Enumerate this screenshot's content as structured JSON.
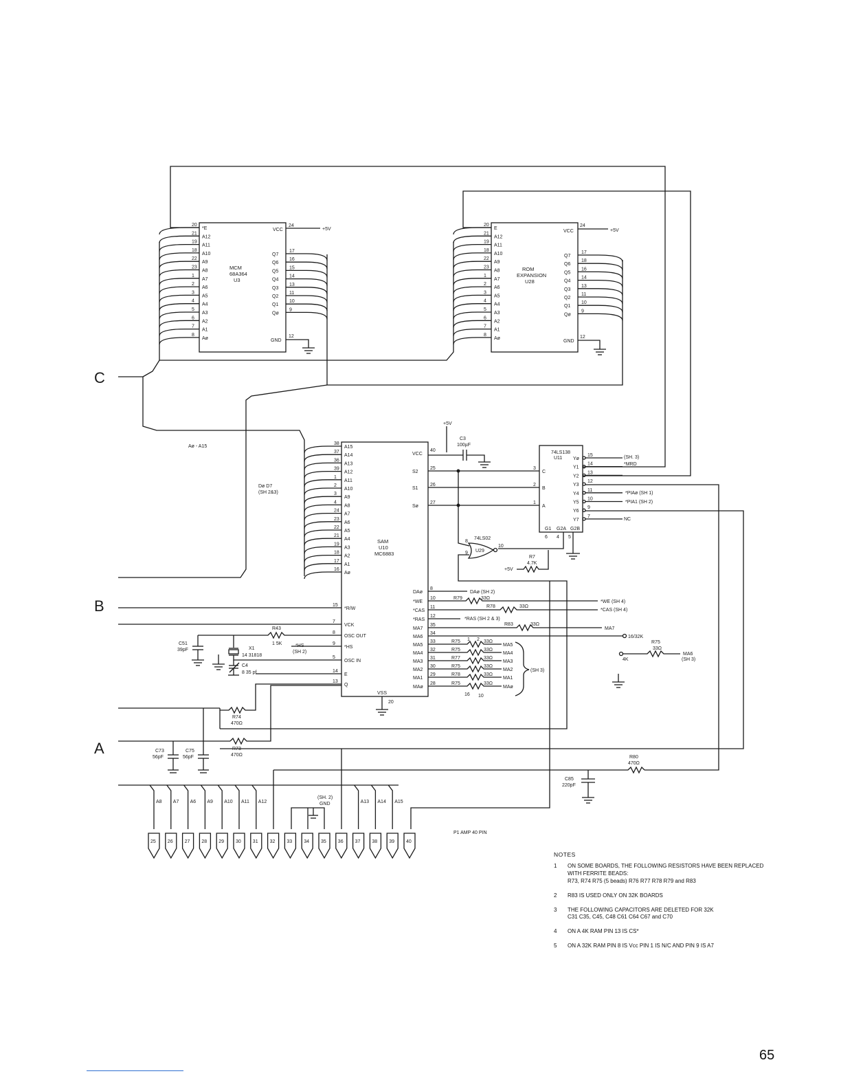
{
  "page_number": "65",
  "connectors": {
    "c": "C",
    "b": "B",
    "a": "A"
  },
  "u3": {
    "name": "MCM",
    "part": "68A364",
    "ref": "U3",
    "left_pins": [
      [
        "20",
        "*E"
      ],
      [
        "21",
        "A12"
      ],
      [
        "19",
        "A11"
      ],
      [
        "18",
        "A10"
      ],
      [
        "22",
        "A9"
      ],
      [
        "23",
        "A8"
      ],
      [
        "1",
        "A7"
      ],
      [
        "2",
        "A6"
      ],
      [
        "3",
        "A5"
      ],
      [
        "4",
        "A4"
      ],
      [
        "5",
        "A3"
      ],
      [
        "6",
        "A2"
      ],
      [
        "7",
        "A1"
      ],
      [
        "8",
        "Aø"
      ]
    ],
    "vcc": "VCC",
    "vcc_pin": "24",
    "plus5": "+5V",
    "right_pins": [
      [
        "17",
        "Q7"
      ],
      [
        "16",
        "Q6"
      ],
      [
        "15",
        "Q5"
      ],
      [
        "14",
        "Q4"
      ],
      [
        "13",
        "Q3"
      ],
      [
        "11",
        "Q2"
      ],
      [
        "10",
        "Q1"
      ],
      [
        "9",
        "Qø"
      ]
    ],
    "gnd": "GND",
    "gnd_pin": "12"
  },
  "u28": {
    "name": "ROM",
    "part": "EXPANSION",
    "ref": "U28",
    "left_pins": [
      [
        "20",
        "E"
      ],
      [
        "21",
        "A12"
      ],
      [
        "19",
        "A11"
      ],
      [
        "18",
        "A10"
      ],
      [
        "22",
        "A9"
      ],
      [
        "23",
        "A8"
      ],
      [
        "1",
        "A7"
      ],
      [
        "2",
        "A6"
      ],
      [
        "3",
        "A5"
      ],
      [
        "4",
        "A4"
      ],
      [
        "5",
        "A3"
      ],
      [
        "6",
        "A2"
      ],
      [
        "7",
        "A1"
      ],
      [
        "8",
        "Aø"
      ]
    ],
    "vcc": "VCC",
    "vcc_pin": "24",
    "plus5": "+5V",
    "right_pins": [
      [
        "17",
        "Q7"
      ],
      [
        "18",
        "Q6"
      ],
      [
        "16",
        "Q5"
      ],
      [
        "14",
        "Q4"
      ],
      [
        "13",
        "Q3"
      ],
      [
        "11",
        "Q2"
      ],
      [
        "10",
        "Q1"
      ],
      [
        "9",
        "Qø"
      ]
    ],
    "gnd": "GND",
    "gnd_pin": "12"
  },
  "u10": {
    "name": "SAM",
    "ref": "U10",
    "part": "MC6883",
    "left_pins": [
      [
        "38",
        "A15"
      ],
      [
        "37",
        "A14"
      ],
      [
        "36",
        "A13"
      ],
      [
        "39",
        "A12"
      ],
      [
        "1",
        "A11"
      ],
      [
        "2",
        "A10"
      ],
      [
        "3",
        "A9"
      ],
      [
        "4",
        "A8"
      ],
      [
        "24",
        "A7"
      ],
      [
        "23",
        "A6"
      ],
      [
        "22",
        "A5"
      ],
      [
        "21",
        "A4"
      ],
      [
        "19",
        "A3"
      ],
      [
        "18",
        "A2"
      ],
      [
        "17",
        "A1"
      ],
      [
        "16",
        "Aø"
      ]
    ],
    "left_lower": [
      [
        "15",
        "*R/W"
      ],
      [
        "7",
        "VCK"
      ],
      [
        "8",
        "OSC OUT"
      ],
      [
        "9",
        "*HS"
      ],
      [
        "5",
        "OSC IN"
      ],
      [
        "14",
        "E"
      ],
      [
        "13",
        "Q"
      ]
    ],
    "right_top": [
      [
        "40",
        "VCC"
      ],
      [
        "25",
        "S2"
      ],
      [
        "26",
        "S1"
      ],
      [
        "27",
        "Sø"
      ]
    ],
    "right_pins": [
      [
        "8",
        "DAø"
      ],
      [
        "10",
        "*WE"
      ],
      [
        "11",
        "*CAS"
      ],
      [
        "12",
        "*RAS"
      ],
      [
        "35",
        "MA7"
      ],
      [
        "34",
        "MA6"
      ],
      [
        "33",
        "MA5"
      ],
      [
        "32",
        "MA4"
      ],
      [
        "31",
        "MA3"
      ],
      [
        "30",
        "MA2"
      ],
      [
        "29",
        "MA1"
      ],
      [
        "28",
        "MAø"
      ]
    ],
    "vss": "VSS",
    "vss_pin": "20"
  },
  "u11": {
    "part": "74LS138",
    "ref": "U11",
    "inputs": [
      [
        "3",
        "C"
      ],
      [
        "2",
        "B"
      ],
      [
        "1",
        "A"
      ]
    ],
    "outputs": [
      [
        "15",
        "Yø"
      ],
      [
        "14",
        "Y1"
      ],
      [
        "13",
        "Y2"
      ],
      [
        "12",
        "Y3"
      ],
      [
        "11",
        "Y4"
      ],
      [
        "10",
        "Y5"
      ],
      [
        "9",
        "Y6"
      ],
      [
        "7",
        "Y7"
      ]
    ],
    "enables": [
      "G1",
      "G2A",
      "G2B"
    ],
    "enable_pins": [
      "6",
      "4",
      "5"
    ]
  },
  "u29": {
    "part": "74LS02",
    "ref": "U29",
    "pins": [
      "8",
      "9",
      "10"
    ]
  },
  "labels": {
    "plus5_c3": "+5V",
    "c3": "C3",
    "c3_val": "100µF",
    "sh3": "(SH. 3)",
    "mrd": "*MRD",
    "pia0": "*PIAø  (SH  1)",
    "pia1": "*PIA1  (SH  2)",
    "nc": "NC",
    "r7": "R7",
    "r7_val": "4.7K",
    "plus5_r7": "+5V",
    "da0_sh2": "DAø  (SH  2)",
    "r79": "R79",
    "r79_val": "33Ω",
    "r78": "R78",
    "r78_val": "33Ω",
    "we_sh4": "*WE  (SH  4)",
    "cas_sh4": "*CAS  (SH  4)",
    "ras_sh": "*RAS (SH  2 & 3)",
    "r83": "R83",
    "r83_val": "33Ω",
    "ma7": "MA7",
    "k16_32": "16/32K",
    "r75b": "R75",
    "r75b_val": "33Ω",
    "ma6": "MA6",
    "ma6_sh3": "(SH  3)",
    "k4": "4K",
    "a0a15": "Aø - A15",
    "d0d7": "Dø  D7",
    "d0d7_sh": "(SH  2&3)",
    "r43": "R43",
    "r43_val": "1 5K",
    "hs": "*HS",
    "hs_sh2": "(SH  2)",
    "c51": "C51",
    "c51_val": "39pF",
    "x1": "X1",
    "x1_val": "14 31818",
    "c4": "C4",
    "c4_val": "8 35  pf",
    "r74": "R74",
    "r74_val": "470Ω",
    "r73": "R73",
    "r73_val": "470Ω",
    "c73": "C73",
    "c73_val": "56pF",
    "c75": "C75",
    "c75_val": "56pF",
    "r80": "R80",
    "r80_val": "470Ω",
    "c85": "C85",
    "c85_val": "220pF",
    "p1": "P1   AMP   40   PIN",
    "sh2_gnd": "(SH. 2)",
    "gnd": "GND",
    "sh3_brace": "(SH  3)",
    "res_pin1": "1",
    "res_pin2": "2",
    "res_pin16": "16",
    "res_pin10": "10",
    "ma_res": [
      [
        "R75",
        "33Ω",
        "MA5"
      ],
      [
        "R75",
        "33Ω",
        "MA4"
      ],
      [
        "R77",
        "33Ω",
        "MA3"
      ],
      [
        "R75",
        "33Ω",
        "MA2"
      ],
      [
        "R78",
        "33Ω",
        "MA1"
      ],
      [
        "R75",
        "33Ω",
        "MAø"
      ]
    ]
  },
  "edge": {
    "labels": [
      "A8",
      "A7",
      "A6",
      "A9",
      "A10",
      "A11",
      "A12",
      "A13",
      "A14",
      "A15"
    ],
    "pins": [
      "25",
      "26",
      "27",
      "28",
      "29",
      "30",
      "31",
      "32",
      "33",
      "34",
      "35",
      "36",
      "37",
      "38",
      "39",
      "40"
    ]
  },
  "notes": {
    "heading": "NOTES",
    "items": [
      {
        "n": "1",
        "t": "ON SOME BOARDS, THE FOLLOWING RESISTORS HAVE BEEN REPLACED\nWITH FERRITE BEADS:\n      R73, R74  R75 (5 beads)  R76  R77  R78  R79  and R83"
      },
      {
        "n": "2",
        "t": "R83 IS USED ONLY ON 32K BOARDS"
      },
      {
        "n": "3",
        "t": "THE FOLLOWING CAPACITORS ARE DELETED FOR 32K\n      C31  C35, C45, C48  C61  C64  C67  and C70"
      },
      {
        "n": "4",
        "t": "ON A 4K RAM  PIN 13 IS CS*"
      },
      {
        "n": "5",
        "t": "ON A 32K RAM  PIN 8 IS Vcc  PIN 1 IS N/C  AND PIN 9 IS A7"
      }
    ]
  }
}
